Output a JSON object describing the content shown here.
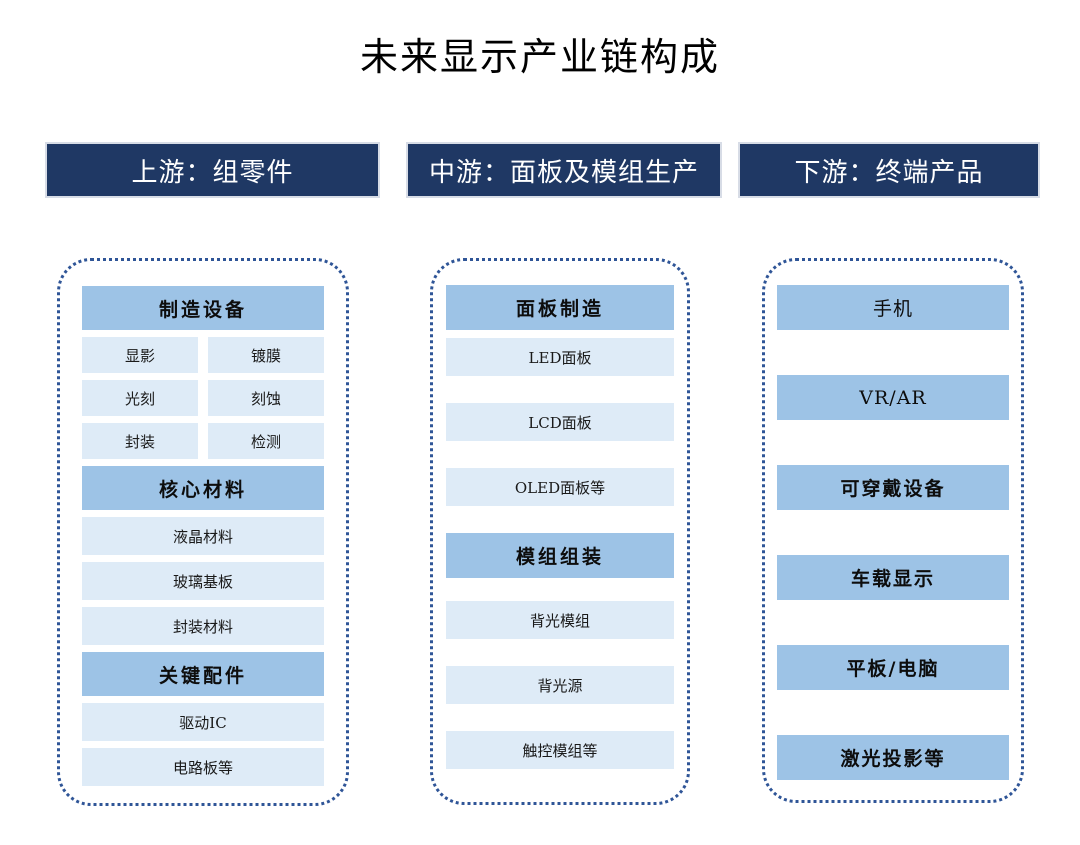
{
  "title": "未来显示产业链构成",
  "colors": {
    "header_bg": "#1F3864",
    "section_bg": "#9DC3E6",
    "item_bg": "#DEEBF7",
    "dotted_border": "#2F5597"
  },
  "columns": [
    {
      "header": "上游：组零件",
      "sections": [
        {
          "type": "header",
          "label": "制造设备"
        },
        {
          "type": "grid",
          "items": [
            "显影",
            "镀膜",
            "光刻",
            "刻蚀",
            "封装",
            "检测"
          ]
        },
        {
          "type": "header",
          "label": "核心材料"
        },
        {
          "type": "rows",
          "items": [
            "液晶材料",
            "玻璃基板",
            "封装材料"
          ]
        },
        {
          "type": "header",
          "label": "关键配件"
        },
        {
          "type": "rows",
          "items": [
            "驱动IC",
            "电路板等"
          ]
        }
      ]
    },
    {
      "header": "中游：面板及模组生产",
      "sections": [
        {
          "type": "header",
          "label": "面板制造"
        },
        {
          "type": "rows",
          "items": [
            "LED面板",
            "LCD面板",
            "OLED面板等"
          ]
        },
        {
          "type": "header",
          "label": "模组组装"
        },
        {
          "type": "rows",
          "items": [
            "背光模组",
            "背光源",
            "触控模组等"
          ]
        }
      ]
    },
    {
      "header": "下游：终端产品",
      "items": [
        {
          "label": "手机",
          "bold": false
        },
        {
          "label": "VR/AR",
          "bold": false
        },
        {
          "label": "可穿戴设备",
          "bold": true
        },
        {
          "label": "车载显示",
          "bold": true
        },
        {
          "label": "平板/电脑",
          "bold": true
        },
        {
          "label": "激光投影等",
          "bold": true
        }
      ]
    }
  ]
}
